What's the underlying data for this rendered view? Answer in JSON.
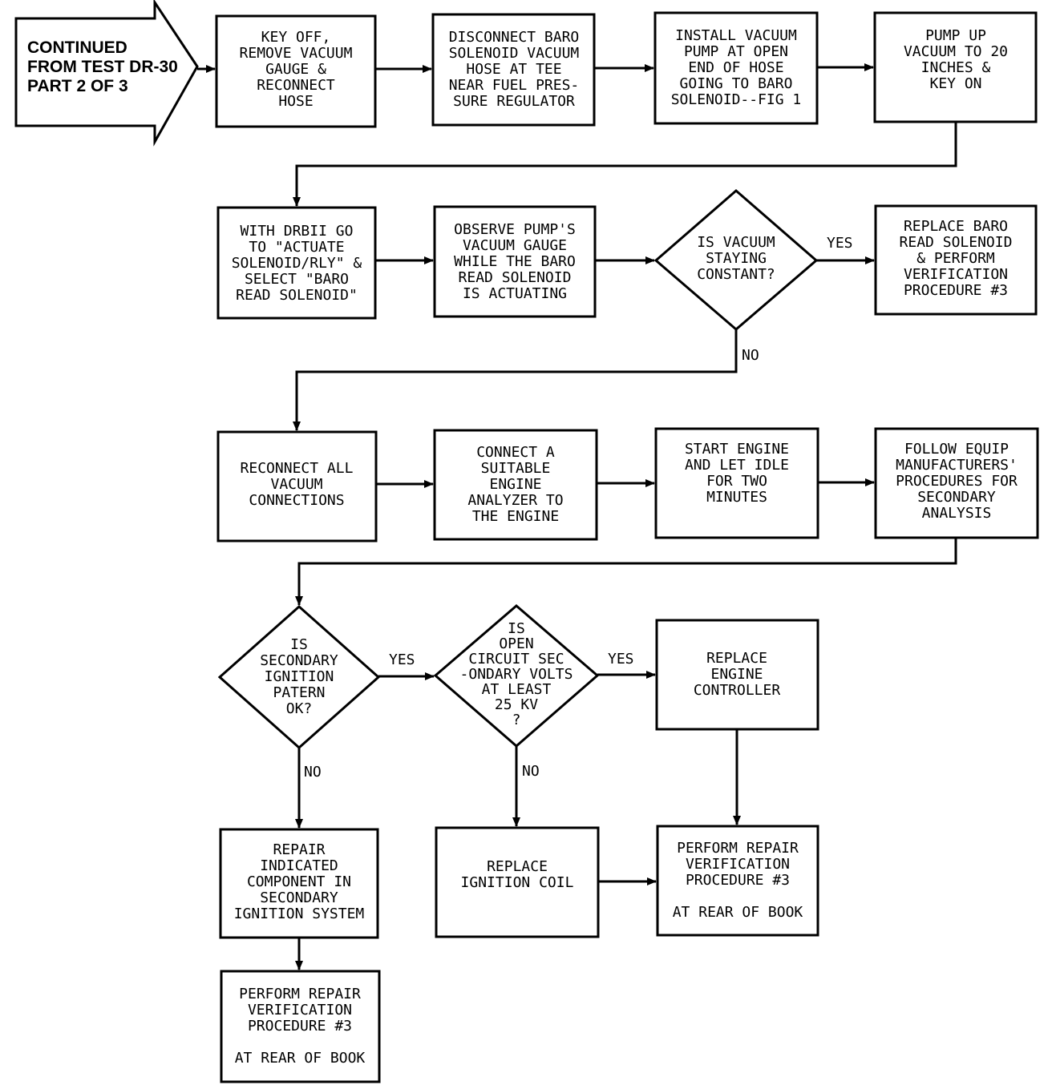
{
  "diagram": {
    "start": {
      "lines": [
        "CONTINUED",
        "FROM TEST DR-30",
        "PART 2 OF 3"
      ]
    },
    "nodes": {
      "key_off": {
        "lines": [
          "KEY OFF,",
          "REMOVE VACUUM",
          "GAUGE &",
          "RECONNECT",
          "HOSE"
        ]
      },
      "disconnect_baro": {
        "lines": [
          "DISCONNECT BARO",
          "SOLENOID VACUUM",
          "HOSE AT TEE",
          "NEAR FUEL PRES-",
          "SURE REGULATOR"
        ]
      },
      "install_pump": {
        "lines": [
          "INSTALL VACUUM",
          "PUMP AT OPEN",
          "END OF HOSE",
          "GOING TO BARO",
          "SOLENOID--FIG 1"
        ]
      },
      "pump_up": {
        "lines": [
          "PUMP UP",
          "VACUUM TO 20",
          "INCHES  &",
          "KEY ON"
        ]
      },
      "drbii_actuate": {
        "lines": [
          "WITH DRBII GO",
          "TO \"ACTUATE",
          "SOLENOID/RLY\" &",
          "SELECT \"BARO",
          "READ SOLENOID\""
        ]
      },
      "observe_gauge": {
        "lines": [
          "OBSERVE PUMP'S",
          "VACUUM GAUGE",
          "WHILE THE BARO",
          "READ SOLENOID",
          "IS ACTUATING"
        ]
      },
      "vacuum_constant": {
        "lines": [
          "IS VACUUM",
          "STAYING",
          "CONSTANT?"
        ]
      },
      "replace_baro": {
        "lines": [
          "REPLACE BARO",
          "READ SOLENOID",
          "& PERFORM",
          "VERIFICATION",
          "PROCEDURE #3"
        ]
      },
      "reconnect_vacuum": {
        "lines": [
          "RECONNECT ALL",
          "VACUUM",
          "CONNECTIONS"
        ]
      },
      "connect_analyzer": {
        "lines": [
          "CONNECT A",
          "SUITABLE",
          "ENGINE",
          "ANALYZER TO",
          "THE ENGINE"
        ]
      },
      "start_engine": {
        "lines": [
          "START ENGINE",
          "AND LET IDLE",
          "FOR TWO",
          "MINUTES"
        ]
      },
      "follow_equip": {
        "lines": [
          "FOLLOW EQUIP",
          "MANUFACTURERS'",
          "PROCEDURES FOR",
          "SECONDARY",
          "ANALYSIS"
        ]
      },
      "secondary_ok": {
        "lines": [
          "IS",
          "SECONDARY",
          "IGNITION",
          "PATERN",
          "OK?"
        ]
      },
      "open_circuit": {
        "lines": [
          "IS",
          "OPEN",
          "CIRCUIT SEC",
          "-ONDARY VOLTS",
          "AT LEAST",
          "25 KV",
          "?"
        ]
      },
      "replace_controller": {
        "lines": [
          "REPLACE",
          "ENGINE",
          "CONTROLLER"
        ]
      },
      "repair_component": {
        "lines": [
          "REPAIR",
          "INDICATED",
          "COMPONENT IN",
          "SECONDARY",
          "IGNITION SYSTEM"
        ]
      },
      "replace_coil": {
        "lines": [
          "REPLACE",
          "IGNITION COIL"
        ]
      },
      "verify_right": {
        "lines": [
          "PERFORM REPAIR",
          "VERIFICATION",
          "PROCEDURE #3",
          "",
          "AT REAR OF BOOK"
        ]
      },
      "verify_bottom": {
        "lines": [
          "PERFORM REPAIR",
          "VERIFICATION",
          "PROCEDURE #3",
          "",
          "AT REAR OF BOOK"
        ]
      }
    },
    "edge_labels": {
      "yes_vacuum": "YES",
      "no_vacuum": "NO",
      "yes_secondary": "YES",
      "no_secondary": "NO",
      "yes_open_circuit": "YES",
      "no_open_circuit": "NO"
    }
  }
}
